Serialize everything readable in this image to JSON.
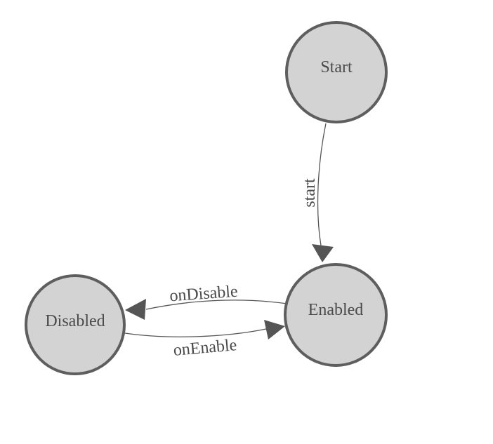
{
  "diagram": {
    "type": "state-machine",
    "background_color": "#ffffff",
    "node_fill_color": "#d3d3d3",
    "node_border_color": "#5e5e5e",
    "edge_line_color": "#555555",
    "text_color": "#4a4a4a",
    "nodes": [
      {
        "id": "start",
        "label": "Start"
      },
      {
        "id": "enabled",
        "label": "Enabled"
      },
      {
        "id": "disabled",
        "label": "Disabled"
      }
    ],
    "edges": [
      {
        "id": "start-to-enabled",
        "from": "Start",
        "to": "Enabled",
        "label": "start"
      },
      {
        "id": "enabled-to-disabled",
        "from": "Enabled",
        "to": "Disabled",
        "label": "onDisable"
      },
      {
        "id": "disabled-to-enabled",
        "from": "Disabled",
        "to": "Enabled",
        "label": "onEnable"
      }
    ]
  }
}
